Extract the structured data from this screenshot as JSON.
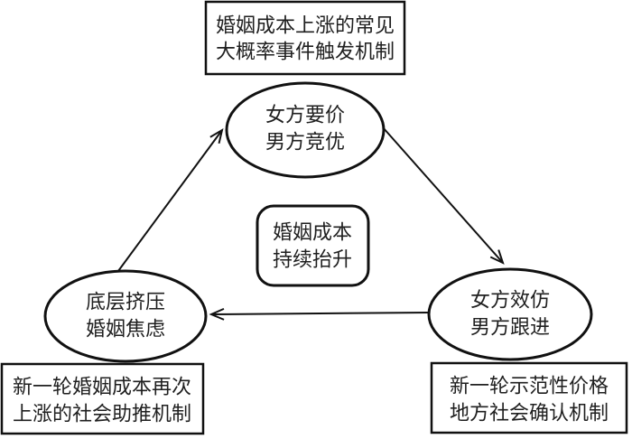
{
  "diagram": {
    "type": "cycle-flow-diagram",
    "background": "#ffffff",
    "colors": {
      "stroke": "#111111",
      "text": "#1f1f1f"
    },
    "nodes": {
      "top_box": {
        "shape": "rectangle",
        "line1": "婚姻成本上涨的常见",
        "line2": "大概率事件触发机制"
      },
      "top_ellipse": {
        "shape": "ellipse",
        "line1": "女方要价",
        "line2": "男方竞优"
      },
      "center_box": {
        "shape": "rounded-rectangle",
        "line1": "婚姻成本",
        "line2": "持续抬升"
      },
      "left_ellipse": {
        "shape": "ellipse",
        "line1": "底层挤压",
        "line2": "婚姻焦虑"
      },
      "right_ellipse": {
        "shape": "ellipse",
        "line1": "女方效仿",
        "line2": "男方跟进"
      },
      "left_box": {
        "shape": "rectangle",
        "line1": "新一轮婚姻成本再次",
        "line2": "上涨的社会助推机制"
      },
      "right_box": {
        "shape": "rectangle",
        "line1": "新一轮示范性价格",
        "line2": "地方社会确认机制"
      }
    },
    "edges": [
      {
        "from": "left_ellipse",
        "to": "top_ellipse",
        "style": "open-arrowhead"
      },
      {
        "from": "top_ellipse",
        "to": "right_ellipse",
        "style": "open-arrowhead"
      },
      {
        "from": "right_ellipse",
        "to": "left_ellipse",
        "style": "open-arrowhead"
      }
    ]
  }
}
